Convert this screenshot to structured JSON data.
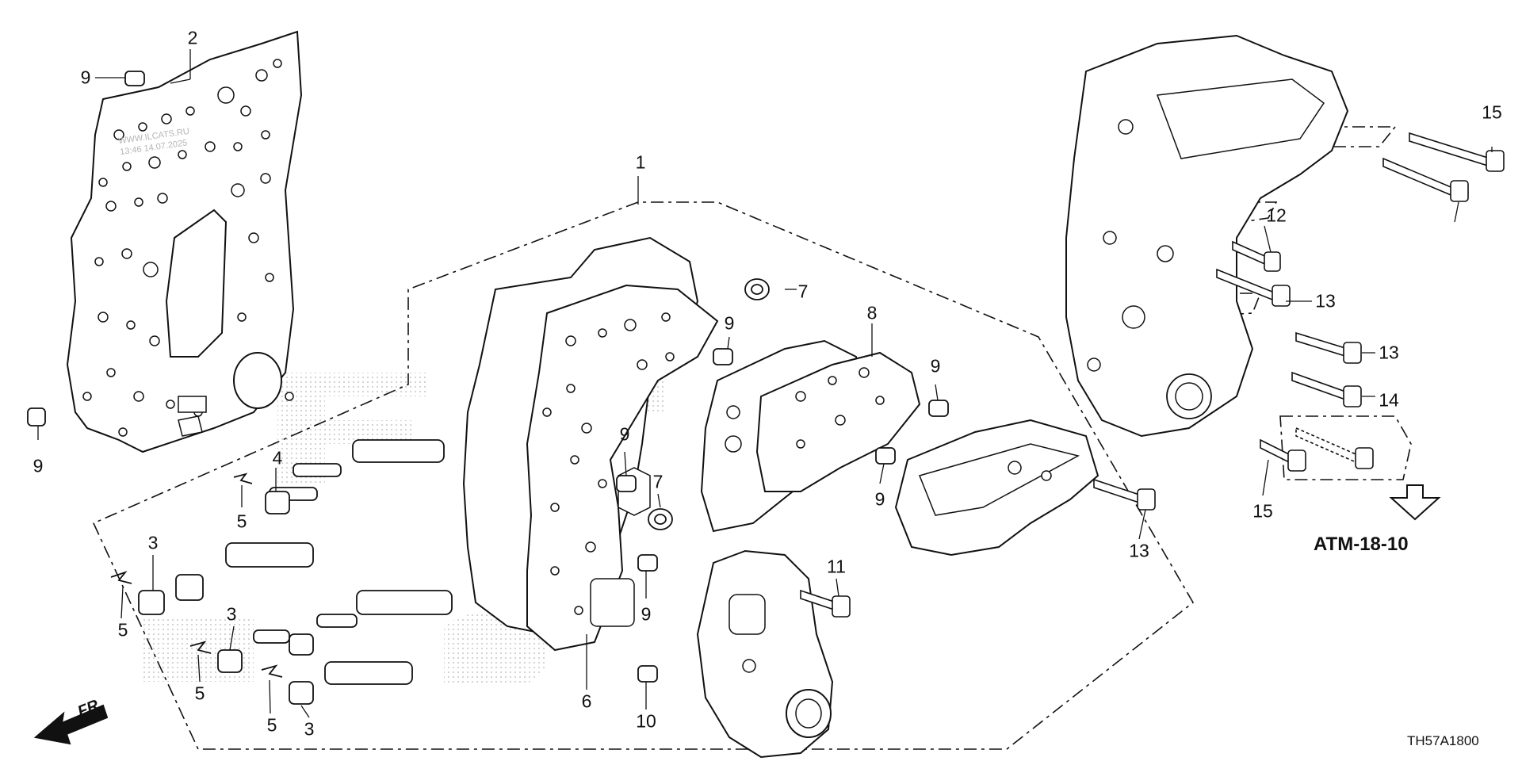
{
  "watermark": {
    "line1": "WWW.ILCATS.RU",
    "line2": "13:46 14.07.2025"
  },
  "callouts": [
    "1",
    "2",
    "3",
    "3",
    "3",
    "4",
    "5",
    "5",
    "5",
    "5",
    "6",
    "7",
    "7",
    "8",
    "9",
    "9",
    "9",
    "9",
    "9",
    "9",
    "9",
    "10",
    "11",
    "12",
    "13",
    "13",
    "13",
    "14",
    "15",
    "15"
  ],
  "reference": {
    "label": "ATM-18-10"
  },
  "front_marker": {
    "label": "FR."
  },
  "diagram_code": "TH57A1800",
  "colors": {
    "line": "#111111",
    "dots": "#cfcfcf"
  }
}
